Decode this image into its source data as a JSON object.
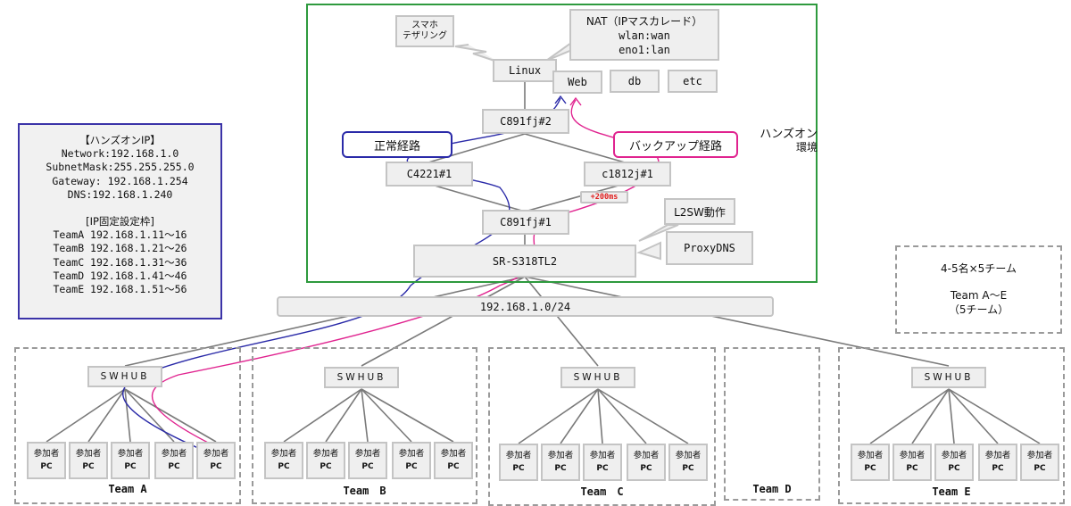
{
  "environment": {
    "label_line1": "ハンズオン",
    "label_line2": "環境",
    "border_color": "#2e9a3e"
  },
  "devices": {
    "tethering_line1": "スマホ",
    "tethering_line2": "テザリング",
    "linux": "Linux",
    "web": "Web",
    "db": "db",
    "etc": "etc",
    "c891fj2": "C891fj#2",
    "c4221": "C4221#1",
    "c1812j": "c1812j#1",
    "c891fj1": "C891fj#1",
    "sr_s318tl2": "SR-S318TL2",
    "network_bar": "192.168.1.0/24"
  },
  "callouts": {
    "nat_title": "NAT（IPマスカレード）",
    "nat_line2": "wlan:wan",
    "nat_line3": "eno1:lan",
    "l2sw": "L2SW動作",
    "proxydns": "ProxyDNS",
    "delay": "+200ms"
  },
  "routes": {
    "normal": {
      "label": "正常経路",
      "color": "#2a2aa8"
    },
    "backup": {
      "label": "バックアップ経路",
      "color": "#e0238f"
    }
  },
  "ip_info": {
    "title": "【ハンズオンIP】",
    "lines": [
      "Network:192.168.1.0",
      "SubnetMask:255.255.255.0",
      "Gateway: 192.168.1.254",
      "DNS:192.168.1.240"
    ],
    "fixed_title": "[IP固定設定枠]",
    "fixed": [
      "TeamA 192.168.1.11～16",
      "TeamB 192.168.1.21～26",
      "TeamC 192.168.1.31～36",
      "TeamD 192.168.1.41～46",
      "TeamE 192.168.1.51～56"
    ]
  },
  "summary": {
    "line1": "4-5名×5チーム",
    "line2": "Team A～E",
    "line3": "（5チーム）"
  },
  "teams": [
    {
      "name": "Team A",
      "hub": "SWHUB",
      "pcs": [
        {
          "l1": "参加者",
          "l2": "PC"
        },
        {
          "l1": "参加者",
          "l2": "PC"
        },
        {
          "l1": "参加者",
          "l2": "PC"
        },
        {
          "l1": "参加者",
          "l2": "PC"
        },
        {
          "l1": "参加者",
          "l2": "PC"
        }
      ]
    },
    {
      "name": "Team　B",
      "hub": "SWHUB",
      "pcs": [
        {
          "l1": "参加者",
          "l2": "PC"
        },
        {
          "l1": "参加者",
          "l2": "PC"
        },
        {
          "l1": "参加者",
          "l2": "PC"
        },
        {
          "l1": "参加者",
          "l2": "PC"
        },
        {
          "l1": "参加者",
          "l2": "PC"
        }
      ]
    },
    {
      "name": "Team　C",
      "hub": "SWHUB",
      "pcs": [
        {
          "l1": "参加者",
          "l2": "PC"
        },
        {
          "l1": "参加者",
          "l2": "PC"
        },
        {
          "l1": "参加者",
          "l2": "PC"
        },
        {
          "l1": "参加者",
          "l2": "PC"
        },
        {
          "l1": "参加者",
          "l2": "PC"
        }
      ]
    },
    {
      "name": "Team D",
      "hub": null,
      "pcs": []
    },
    {
      "name": "Team E",
      "hub": "SWHUB",
      "pcs": [
        {
          "l1": "参加者",
          "l2": "PC"
        },
        {
          "l1": "参加者",
          "l2": "PC"
        },
        {
          "l1": "参加者",
          "l2": "PC"
        },
        {
          "l1": "参加者",
          "l2": "PC"
        },
        {
          "l1": "参加者",
          "l2": "PC"
        }
      ]
    }
  ]
}
